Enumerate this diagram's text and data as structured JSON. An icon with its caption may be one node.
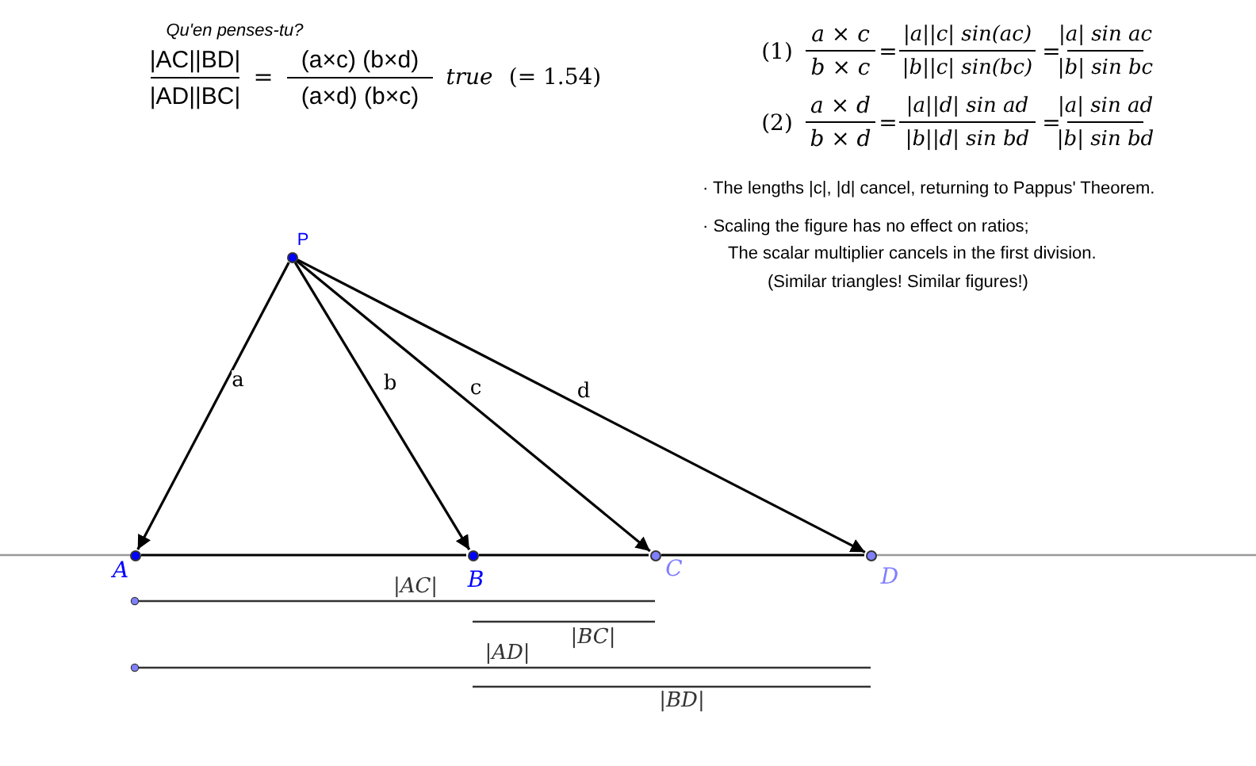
{
  "diagram": {
    "nodes": [
      {
        "text": [
          "P"
        ]
      },
      {
        "text": [
          "A"
        ]
      },
      {
        "text": [
          "B"
        ]
      },
      {
        "text": [
          "C"
        ]
      },
      {
        "text": [
          "D"
        ]
      }
    ],
    "edges": [
      {
        "from": 0,
        "to": 1,
        "arrow": "to",
        "label": "a"
      },
      {
        "from": 0,
        "to": 2,
        "arrow": "to",
        "label": "b"
      },
      {
        "from": 0,
        "to": 3,
        "arrow": "to",
        "label": "c"
      },
      {
        "from": 0,
        "to": 4,
        "arrow": "to",
        "label": "d"
      },
      {
        "from": 1,
        "to": 2,
        "arrow": "none"
      },
      {
        "from": 2,
        "to": 3,
        "arrow": "none"
      },
      {
        "from": 3,
        "to": 4,
        "arrow": "none"
      }
    ],
    "labels": [
      "Qu'en penses-tu?",
      "|AC||BD|",
      "|AD||BC|",
      "=",
      "(a×c) (b×d)",
      "(a×d) (b×c)",
      "true",
      "(= 1.54)",
      "(1)",
      "a × c",
      "b × c",
      "=",
      "|a||c| sin(ac)",
      "|b||c| sin(bc)",
      "=",
      "|a| sin ac",
      "|b| sin bc",
      "(2)",
      "a × d",
      "b × d",
      "=",
      "|a||d| sin ad",
      "|b||d| sin bd",
      "=",
      "|a| sin ad",
      "|b| sin bd",
      "· The lengths |c|, |d| cancel, returning to Pappus' Theorem.",
      "· Scaling the figure has no effect on ratios;",
      "The scalar multiplier cancels in the first division.",
      "(Similar triangles!  Similar figures!)",
      "|AC|",
      "|BC|",
      "|AD|",
      "|BD|"
    ]
  }
}
